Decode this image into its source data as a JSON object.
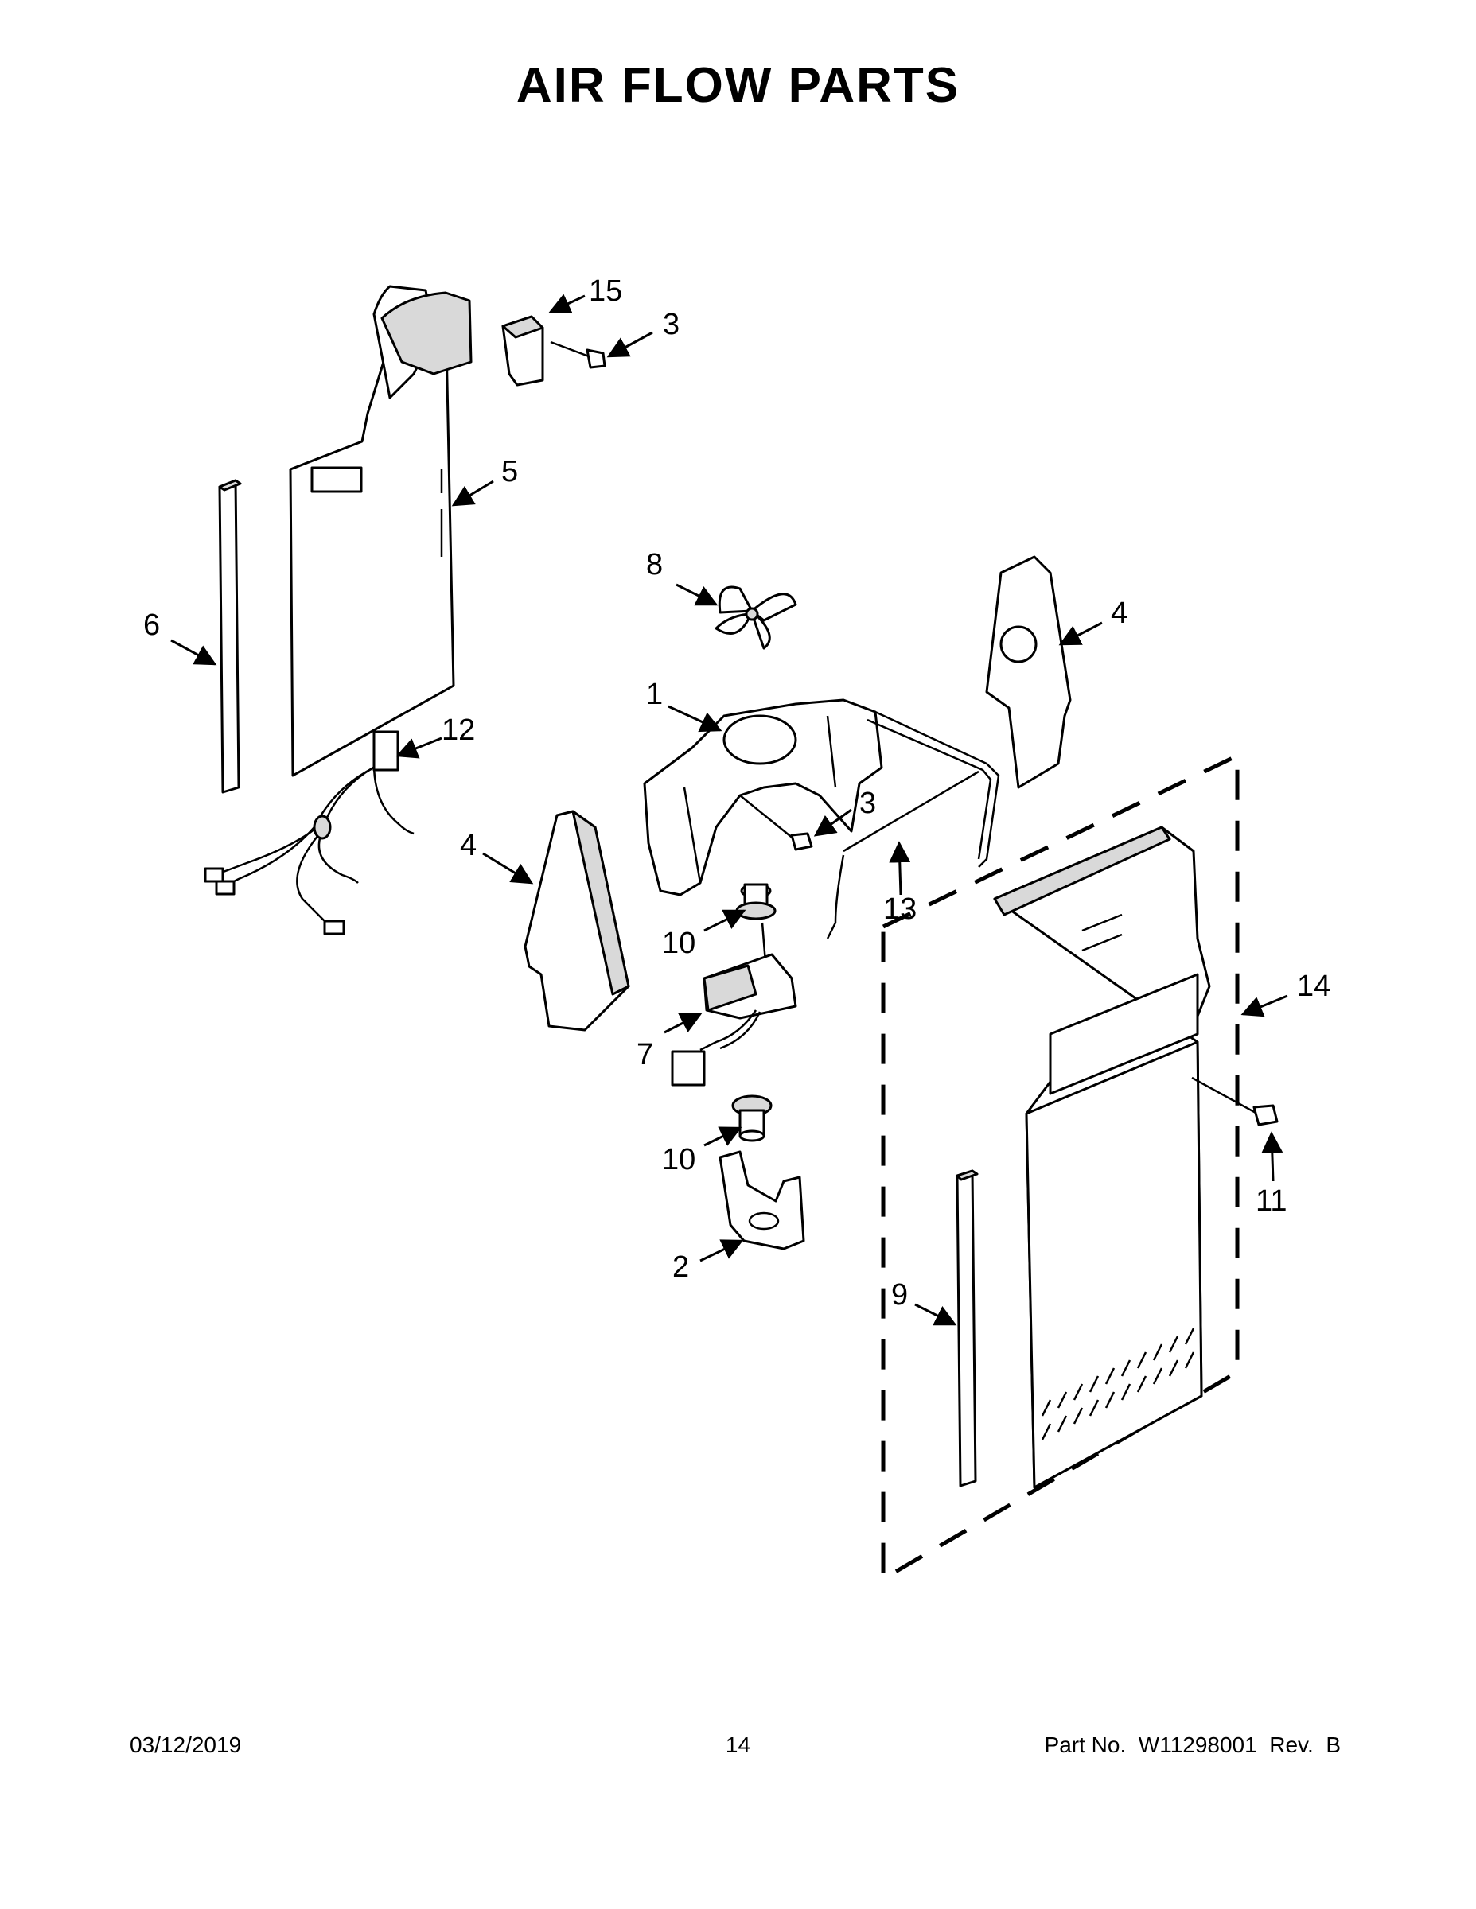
{
  "title": "AIR FLOW PARTS",
  "callouts": {
    "c1": "1",
    "c2": "2",
    "c3a": "3",
    "c3b": "3",
    "c4a": "4",
    "c4b": "4",
    "c5": "5",
    "c6": "6",
    "c7": "7",
    "c8": "8",
    "c9": "9",
    "c10a": "10",
    "c10b": "10",
    "c11": "11",
    "c12": "12",
    "c13": "13",
    "c14": "14",
    "c15": "15"
  },
  "footer": {
    "date": "03/12/2019",
    "page": "14",
    "part_number": "Part No.  W11298001  Rev.  B"
  }
}
